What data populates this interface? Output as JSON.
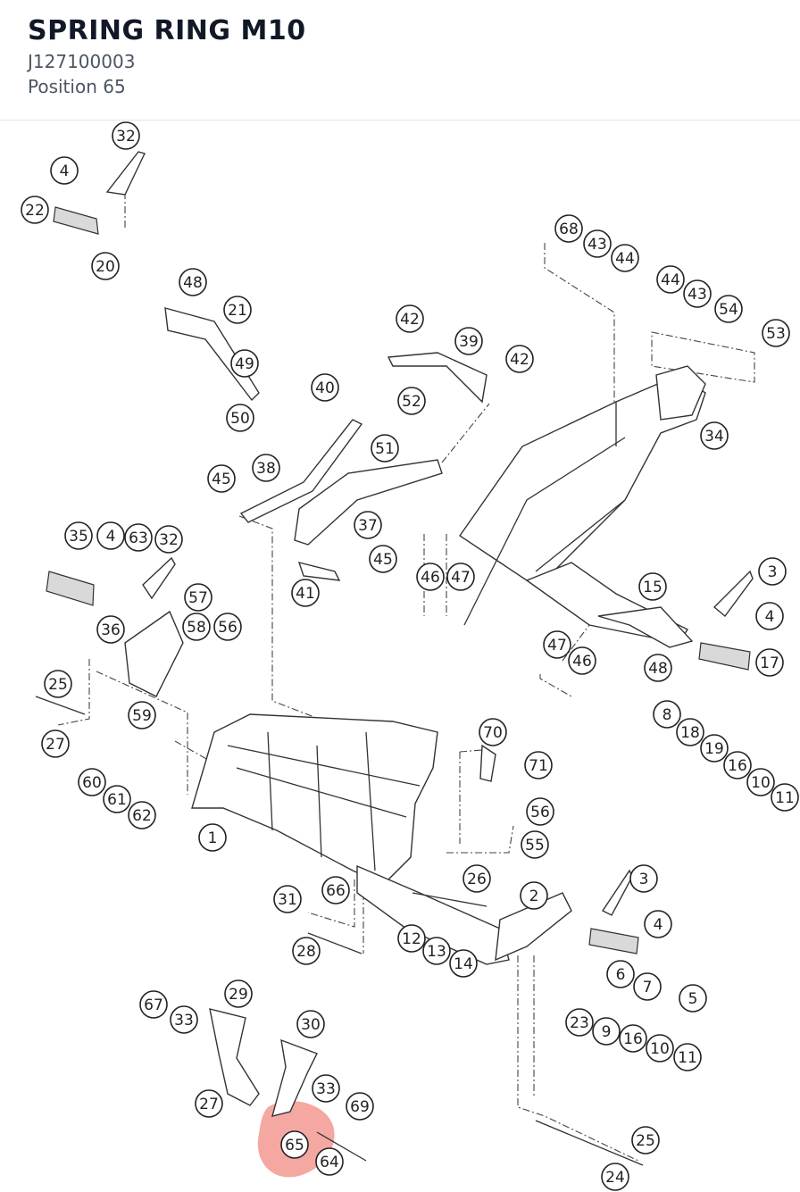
{
  "header": {
    "title": "SPRING RING M10",
    "part_number": "J127100003",
    "position": "Position 65"
  },
  "highlight": {
    "position": "65",
    "color": "#f28b82"
  },
  "callouts": [
    "32",
    "4",
    "22",
    "20",
    "48",
    "21",
    "49",
    "50",
    "68",
    "43",
    "44",
    "44",
    "43",
    "54",
    "53",
    "42",
    "39",
    "42",
    "40",
    "52",
    "51",
    "38",
    "45",
    "37",
    "45",
    "41",
    "34",
    "46",
    "47",
    "15",
    "3",
    "4",
    "17",
    "48",
    "46",
    "47",
    "35",
    "4",
    "63",
    "32",
    "57",
    "36",
    "58",
    "56",
    "25",
    "59",
    "27",
    "60",
    "61",
    "62",
    "8",
    "18",
    "19",
    "16",
    "10",
    "11",
    "70",
    "71",
    "56",
    "55",
    "1",
    "26",
    "66",
    "31",
    "28",
    "2",
    "3",
    "4",
    "12",
    "13",
    "14",
    "6",
    "7",
    "5",
    "67",
    "33",
    "29",
    "30",
    "27",
    "33",
    "69",
    "65",
    "64",
    "23",
    "9",
    "16",
    "10",
    "11",
    "25",
    "24"
  ]
}
